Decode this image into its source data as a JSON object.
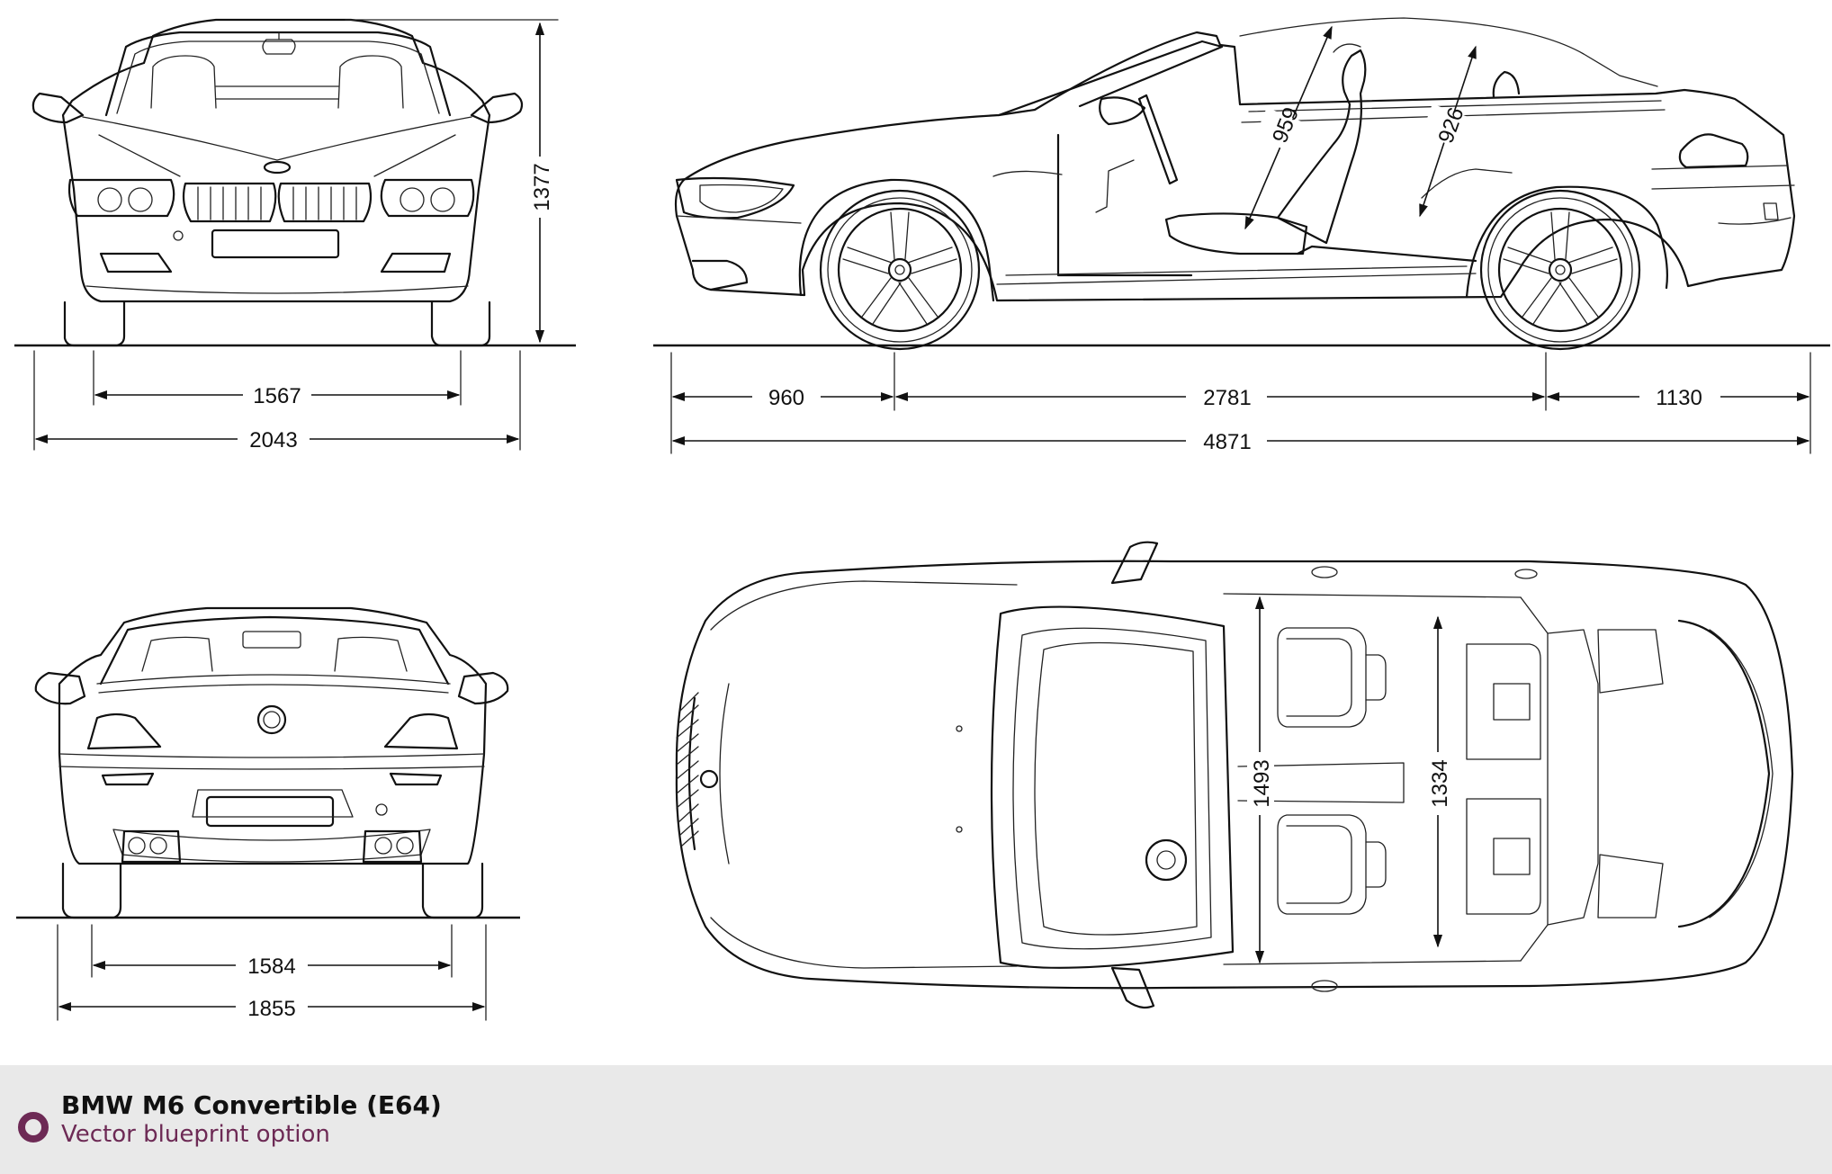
{
  "caption": {
    "title": "BMW M6 Convertible (E64)",
    "subtitle": "Vector blueprint option",
    "icon": "ring-bullet-icon",
    "accent_color": "#6d2a55",
    "background_color": "#e9e9e9"
  },
  "views": {
    "front": {
      "track": "1567",
      "width": "2043",
      "height": "1377"
    },
    "side": {
      "front_overhang": "960",
      "wheelbase": "2781",
      "rear_overhang": "1130",
      "length": "4871",
      "front_headroom": "959",
      "rear_headroom": "926"
    },
    "rear": {
      "track": "1584",
      "width": "1855"
    },
    "top": {
      "front_shoulder_width": "1493",
      "rear_shoulder_width": "1334"
    }
  }
}
